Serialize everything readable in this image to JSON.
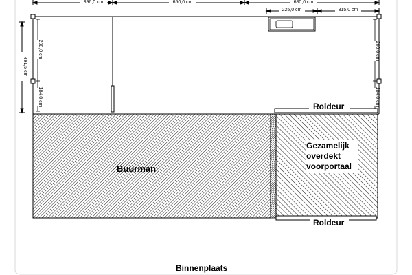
{
  "dimensions": {
    "top_1": "396,0 cm",
    "top_2": "650,0 cm",
    "top_3": "680,0 cm",
    "top_4": "225,0 cm",
    "top_5": "315,0 cm",
    "left_total": "491,5 cm",
    "left_upper": "298,0 cm",
    "left_lower": "184,0 cm",
    "right_upper": "260,0 cm",
    "right_lower": "184,0 cm"
  },
  "labels": {
    "neighbour": "Buurman",
    "porch_line1": "Gezamelijk",
    "porch_line2": "overdekt",
    "porch_line3": "voorportaal",
    "roller_door_top": "Roldeur",
    "roller_door_bottom": "Roldeur",
    "courtyard": "Binnenplaats"
  },
  "colors": {
    "line": "#000000",
    "hatch": "#333333",
    "frame": "#d8d8d8"
  }
}
